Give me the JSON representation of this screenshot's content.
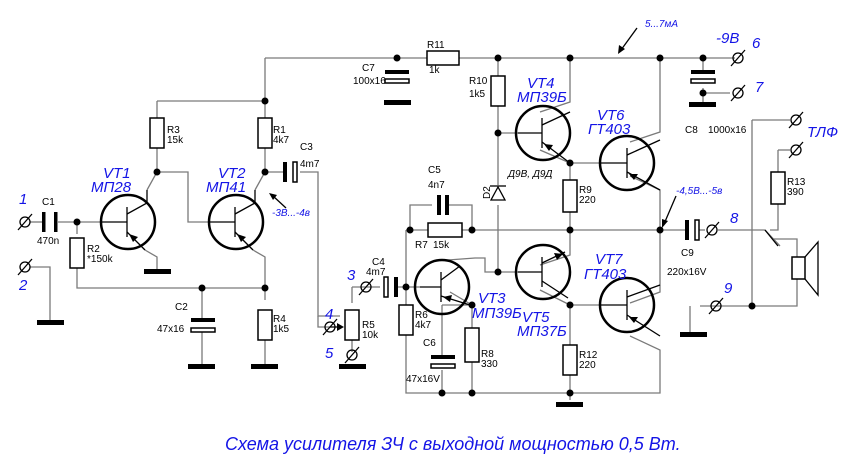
{
  "title": "Схема усилителя ЗЧ с выходной мощностью 0,5 Вт.",
  "supply": {
    "voltage_label": "-9В",
    "current_note": "5...7мА"
  },
  "notes": {
    "vt2_collector": "-3В...-4в",
    "output_midpoint": "-4,5В...-5в"
  },
  "terminals": [
    {
      "id": "1"
    },
    {
      "id": "2"
    },
    {
      "id": "3"
    },
    {
      "id": "4"
    },
    {
      "id": "5"
    },
    {
      "id": "6"
    },
    {
      "id": "7"
    },
    {
      "id": "8"
    },
    {
      "id": "9"
    }
  ],
  "headphone_label": "ТЛФ",
  "transistors": [
    {
      "ref": "VT1",
      "type": "МП28"
    },
    {
      "ref": "VT2",
      "type": "МП41"
    },
    {
      "ref": "VT3",
      "type": "МП39Б"
    },
    {
      "ref": "VT4",
      "type": "МП39Б"
    },
    {
      "ref": "VT5",
      "type": "МП37Б"
    },
    {
      "ref": "VT6",
      "type": "ГТ403"
    },
    {
      "ref": "VT7",
      "type": "ГТ403"
    }
  ],
  "resistors": [
    {
      "ref": "R1",
      "value": "4k7"
    },
    {
      "ref": "R2",
      "value": "*150k"
    },
    {
      "ref": "R3",
      "value": "15k"
    },
    {
      "ref": "R4",
      "value": "1k5"
    },
    {
      "ref": "R5",
      "value": "10k"
    },
    {
      "ref": "R6",
      "value": "4k7"
    },
    {
      "ref": "R7",
      "value": "15k"
    },
    {
      "ref": "R8",
      "value": "330"
    },
    {
      "ref": "R9",
      "value": "220"
    },
    {
      "ref": "R10",
      "value": "1k5"
    },
    {
      "ref": "R11",
      "value": "1k"
    },
    {
      "ref": "R12",
      "value": "220"
    },
    {
      "ref": "R13",
      "value": "390"
    }
  ],
  "capacitors": [
    {
      "ref": "C1",
      "value": "470n"
    },
    {
      "ref": "C2",
      "value": "47x16"
    },
    {
      "ref": "C3",
      "value": "4m7"
    },
    {
      "ref": "C4",
      "value": "4m7"
    },
    {
      "ref": "C5",
      "value": "4n7"
    },
    {
      "ref": "C6",
      "value": "47x16V"
    },
    {
      "ref": "C7",
      "value": "100x16"
    },
    {
      "ref": "C8",
      "value": "1000x16"
    },
    {
      "ref": "C9",
      "value": "220x16V"
    }
  ],
  "diodes": [
    {
      "ref": "D2",
      "type": "Д9В, Д9Д"
    }
  ],
  "colors": {
    "accent_text": "#1414e6",
    "wire": "#7a7a7a",
    "symbol": "#000000",
    "background": "#ffffff"
  }
}
